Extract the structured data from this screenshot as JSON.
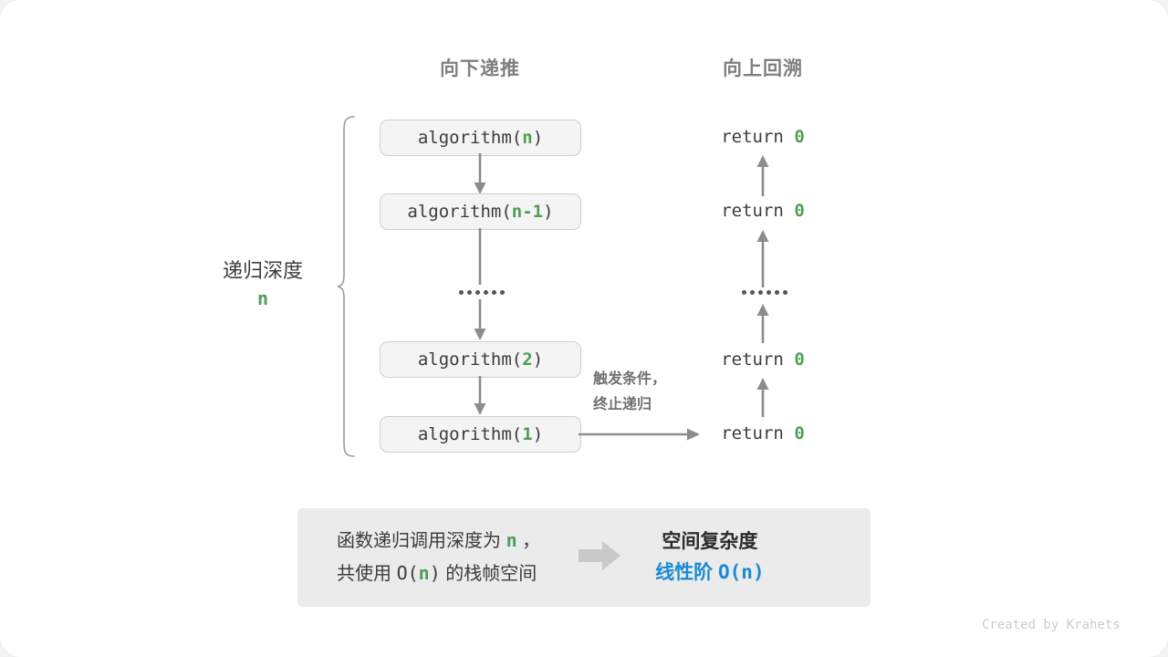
{
  "figure": {
    "background": "#ffffff",
    "accent_green": "#4f9e55",
    "accent_blue": "#1b8ad4",
    "gray_text": "#808080",
    "box_fill": "#f4f4f4",
    "box_border": "#cfcfcf",
    "panel_fill": "#ebebeb"
  },
  "headers": {
    "down": "向下递推",
    "up": "向上回溯"
  },
  "depth": {
    "label": "递归深度",
    "value": "n"
  },
  "calls": [
    {
      "prefix": "algorithm(",
      "arg": "n",
      "suffix": ")"
    },
    {
      "prefix": "algorithm(",
      "arg": "n-1",
      "suffix": ")"
    },
    {
      "prefix": "algorithm(",
      "arg": "2",
      "suffix": ")"
    },
    {
      "prefix": "algorithm(",
      "arg": "1",
      "suffix": ")"
    }
  ],
  "ellipsis": {
    "dot_count": 6
  },
  "returns": [
    {
      "keyword": "return",
      "value": "0"
    },
    {
      "keyword": "return",
      "value": "0"
    },
    {
      "keyword": "return",
      "value": "0"
    },
    {
      "keyword": "return",
      "value": "0"
    }
  ],
  "trigger_note": {
    "line1": "触发条件，",
    "line2": "终止递归"
  },
  "summary": {
    "left_line1_a": "函数递归调用深度为 ",
    "left_line1_n": "n",
    "left_line1_b": " ，",
    "left_line2_a": "共使用 ",
    "left_line2_o": "O(",
    "left_line2_n": "n",
    "left_line2_c": ")",
    "left_line2_b": " 的栈帧空间",
    "right_title": "空间复杂度",
    "right_value_text": "线性阶 ",
    "right_value_mono": "O(n)"
  },
  "credit": "Created by Krahets"
}
